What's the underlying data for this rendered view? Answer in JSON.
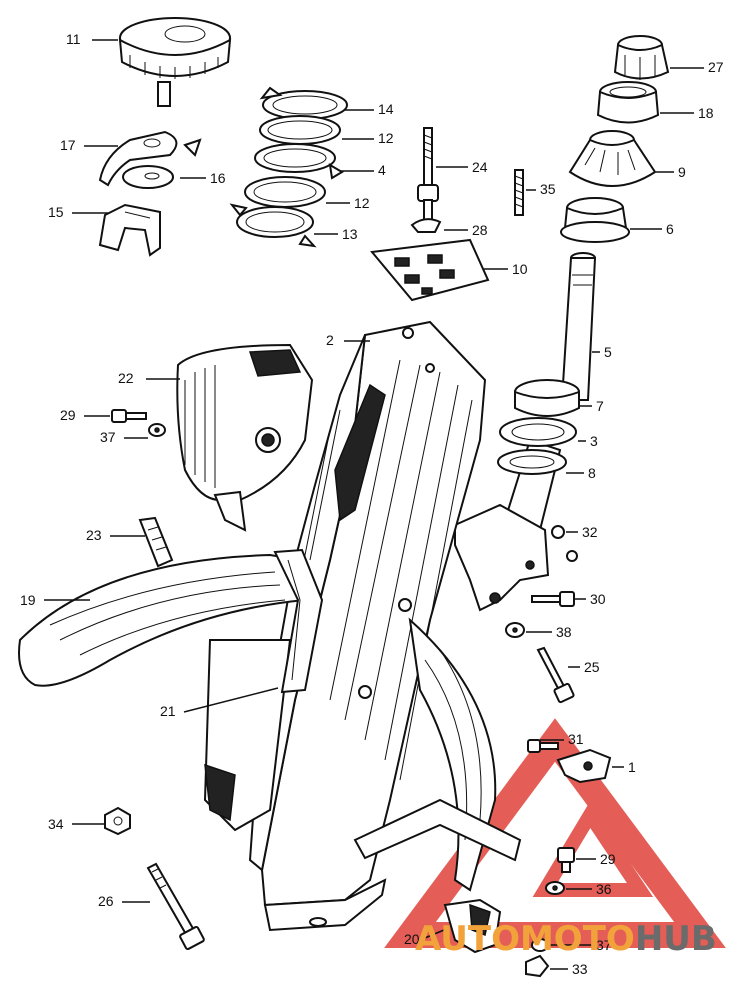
{
  "diagram": {
    "colors": {
      "ink": "#111111",
      "watermark_red": "#e0413a",
      "watermark_orange": "#f2a23a",
      "watermark_gray": "#6b6b6b"
    },
    "callouts": [
      {
        "id": "c11",
        "num": "11"
      },
      {
        "id": "c14",
        "num": "14"
      },
      {
        "id": "c12a",
        "num": "12"
      },
      {
        "id": "c4",
        "num": "4"
      },
      {
        "id": "c12b",
        "num": "12"
      },
      {
        "id": "c13",
        "num": "13"
      },
      {
        "id": "c17",
        "num": "17"
      },
      {
        "id": "c16",
        "num": "16"
      },
      {
        "id": "c15",
        "num": "15"
      },
      {
        "id": "c24",
        "num": "24"
      },
      {
        "id": "c28",
        "num": "28"
      },
      {
        "id": "c35",
        "num": "35"
      },
      {
        "id": "c10",
        "num": "10"
      },
      {
        "id": "c27",
        "num": "27"
      },
      {
        "id": "c18",
        "num": "18"
      },
      {
        "id": "c9",
        "num": "9"
      },
      {
        "id": "c6",
        "num": "6"
      },
      {
        "id": "c5",
        "num": "5"
      },
      {
        "id": "c7",
        "num": "7"
      },
      {
        "id": "c3",
        "num": "3"
      },
      {
        "id": "c8",
        "num": "8"
      },
      {
        "id": "c2",
        "num": "2"
      },
      {
        "id": "c22",
        "num": "22"
      },
      {
        "id": "c29a",
        "num": "29"
      },
      {
        "id": "c37a",
        "num": "37"
      },
      {
        "id": "c23",
        "num": "23"
      },
      {
        "id": "c32",
        "num": "32"
      },
      {
        "id": "c19",
        "num": "19"
      },
      {
        "id": "c30",
        "num": "30"
      },
      {
        "id": "c38",
        "num": "38"
      },
      {
        "id": "c25",
        "num": "25"
      },
      {
        "id": "c21",
        "num": "21"
      },
      {
        "id": "c31",
        "num": "31"
      },
      {
        "id": "c1",
        "num": "1"
      },
      {
        "id": "c34",
        "num": "34"
      },
      {
        "id": "c29b",
        "num": "29"
      },
      {
        "id": "c36",
        "num": "36"
      },
      {
        "id": "c26",
        "num": "26"
      },
      {
        "id": "c20",
        "num": "20"
      },
      {
        "id": "c37b",
        "num": "37"
      },
      {
        "id": "c33",
        "num": "33"
      }
    ],
    "watermark": {
      "part1": "AUTOMOTO",
      "part2": "HUB"
    }
  }
}
